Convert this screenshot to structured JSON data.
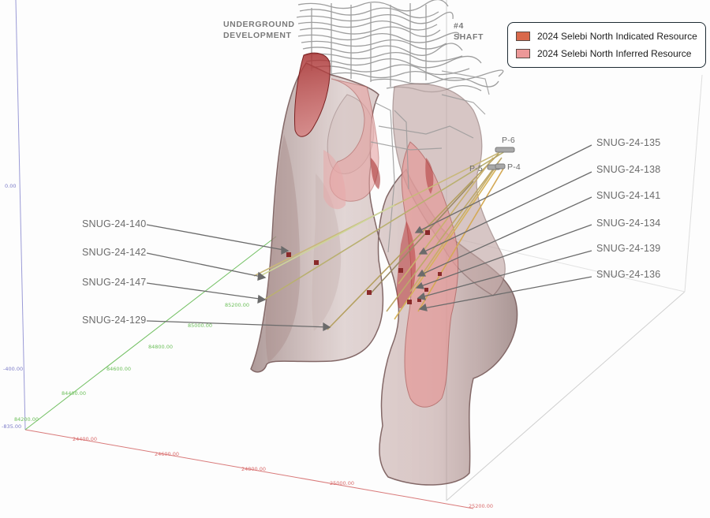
{
  "headings": {
    "underground_line1": "UNDERGROUND",
    "underground_line2": "DEVELOPMENT",
    "shaft_line1": "#4",
    "shaft_line2": "SHAFT"
  },
  "legend": [
    {
      "label": "2024 Selebi North Indicated Resource",
      "color": "#d9694b"
    },
    {
      "label": "2024 Selebi North Inferred Resource",
      "color": "#ec9898"
    }
  ],
  "drillholes_left": [
    "SNUG-24-140",
    "SNUG-24-142",
    "SNUG-24-147",
    "SNUG-24-129"
  ],
  "drillholes_right": [
    "SNUG-24-135",
    "SNUG-24-138",
    "SNUG-24-141",
    "SNUG-24-134",
    "SNUG-24-139",
    "SNUG-24-136"
  ],
  "platforms": [
    "P-6",
    "P-5",
    "P-4"
  ],
  "axis_ticks": {
    "vertical": [
      "0.00",
      "-400.00",
      "-835.00"
    ],
    "green": [
      "84200.00",
      "84400.00",
      "84600.00",
      "84800.00",
      "85000.00",
      "85200.00"
    ],
    "red": [
      "24400.00",
      "24600.00",
      "24800.00",
      "25000.00",
      "25200.00"
    ]
  },
  "colors": {
    "indicated": "#d9694b",
    "inferred": "#ec9898",
    "host": "#b79b99",
    "axis_green": "#6bbf59",
    "axis_red": "#d96a6a",
    "axis_blue": "#8a8ad0",
    "callout": "#6b6b6b"
  }
}
